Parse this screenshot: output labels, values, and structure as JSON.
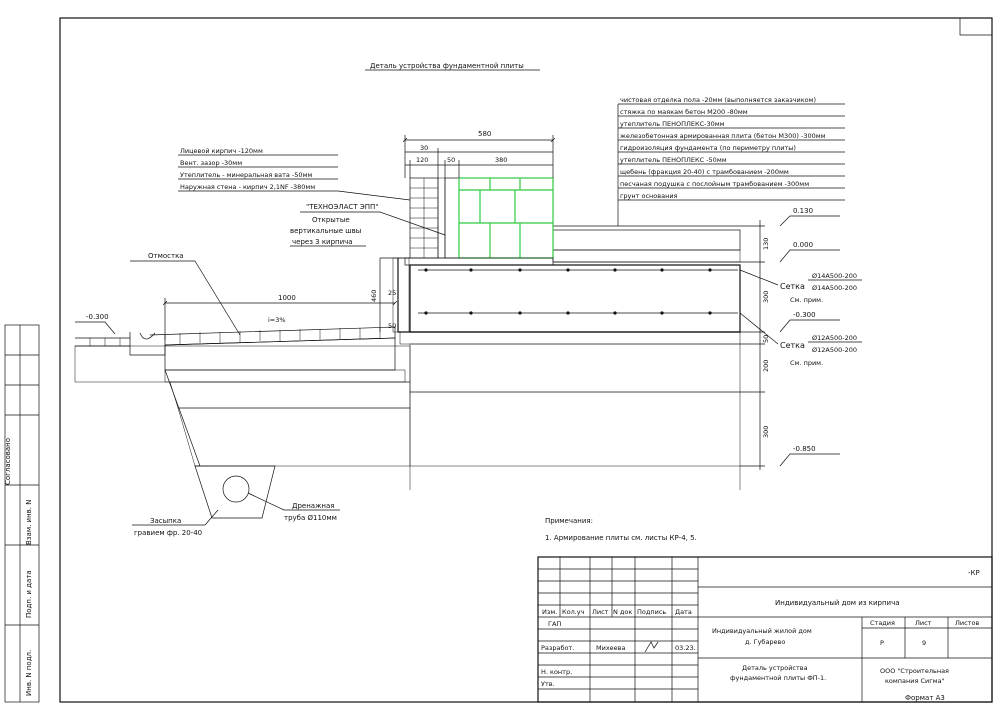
{
  "title": "Деталь устройства фундаментной плиты",
  "layers_right": [
    "чистовая отделка пола -20мм (выполняется заказчиком)",
    "стяжка по маякам бетон М200 -80мм",
    "утеплитель ПЕНОПЛЕКС-30мм",
    "железобетонная армированная плита (бетон М300) -300мм",
    "гидроизоляция фундамента (по периметру плиты)",
    "утеплитель ПЕНОПЛЕКС -50мм",
    "щебень (фракция 20-40) с трамбованием -200мм",
    "песчаная подушка с послойным трамбованием -300мм",
    "грунт основания"
  ],
  "layers_left": [
    "Лицевой кирпич -120мм",
    "Вент. зазор -30мм",
    "Утеплитель - минеральная вата -50мм",
    "Наружная стена - кирпич 2,1NF -380мм"
  ],
  "dims": {
    "d580": "580",
    "d30": "30",
    "d120": "120",
    "d50": "50",
    "d380": "380",
    "d460": "460",
    "d25": "25",
    "d50b": "50",
    "d1000": "1000",
    "d130": "130",
    "d300a": "300",
    "d50c": "50",
    "d200": "200",
    "d300b": "300",
    "slope": "i=3%"
  },
  "levels": {
    "l0130": "0.130",
    "l0000": "0.000",
    "lm0300": "-0.300",
    "lm0300l": "-0.300",
    "lm0850": "-0.850"
  },
  "labels": {
    "technoelast": "\"ТЕХНОЭЛАСТ ЭПП\"",
    "seams1": "Открытые",
    "seams2": "вертикальные швы",
    "seams3": "через 3 кирпича",
    "otmostka": "Отмостка",
    "drain1": "Дренажная",
    "drain2": "труба Ø110мм",
    "fill1": "Засыпка",
    "fill2": "гравием фр. 20-40",
    "setka": "Сетка",
    "setka_top1": "Ø14А500-200",
    "setka_top2": "Ø14А500-200",
    "setka_bot1": "Ø12А500-200",
    "setka_bot2": "Ø12А500-200",
    "sm_prim1": "См. прим.",
    "sm_prim2": "См. прим."
  },
  "notes": {
    "heading": "Примечания:",
    "n1": "1. Армирование плиты см. листы КР-4, 5."
  },
  "side_stamps": [
    "Согласовано",
    "Взам. инв. N",
    "Подп. и дата",
    "Инв. N подл."
  ],
  "stamp": {
    "code": "-КР",
    "project": "Индивидуальный дом из кирпича",
    "object1": "Индивидуальный жилой дом",
    "object2": "д. Губарево",
    "sheet_title1": "Деталь устройства",
    "sheet_title2": "фундаментной плиты ФП-1.",
    "company1": "ООО \"Строительная",
    "company2": "компания Сигма\"",
    "h_izm": "Изм.",
    "h_koluch": "Кол.уч",
    "h_list": "Лист",
    "h_ndok": "N док",
    "h_podpis": "Подпись",
    "h_data": "Дата",
    "r_gap": "ГАП",
    "r_razrab": "Разработ.",
    "r_razrab_name": "Михеева",
    "r_razrab_date": "03.23.",
    "r_nkontr": "Н. контр.",
    "r_utv": "Утв.",
    "stadia_h": "Стадия",
    "list_h": "Лист",
    "listov_h": "Листов",
    "stadia_v": "Р",
    "list_v": "9",
    "format": "Формат А3"
  }
}
